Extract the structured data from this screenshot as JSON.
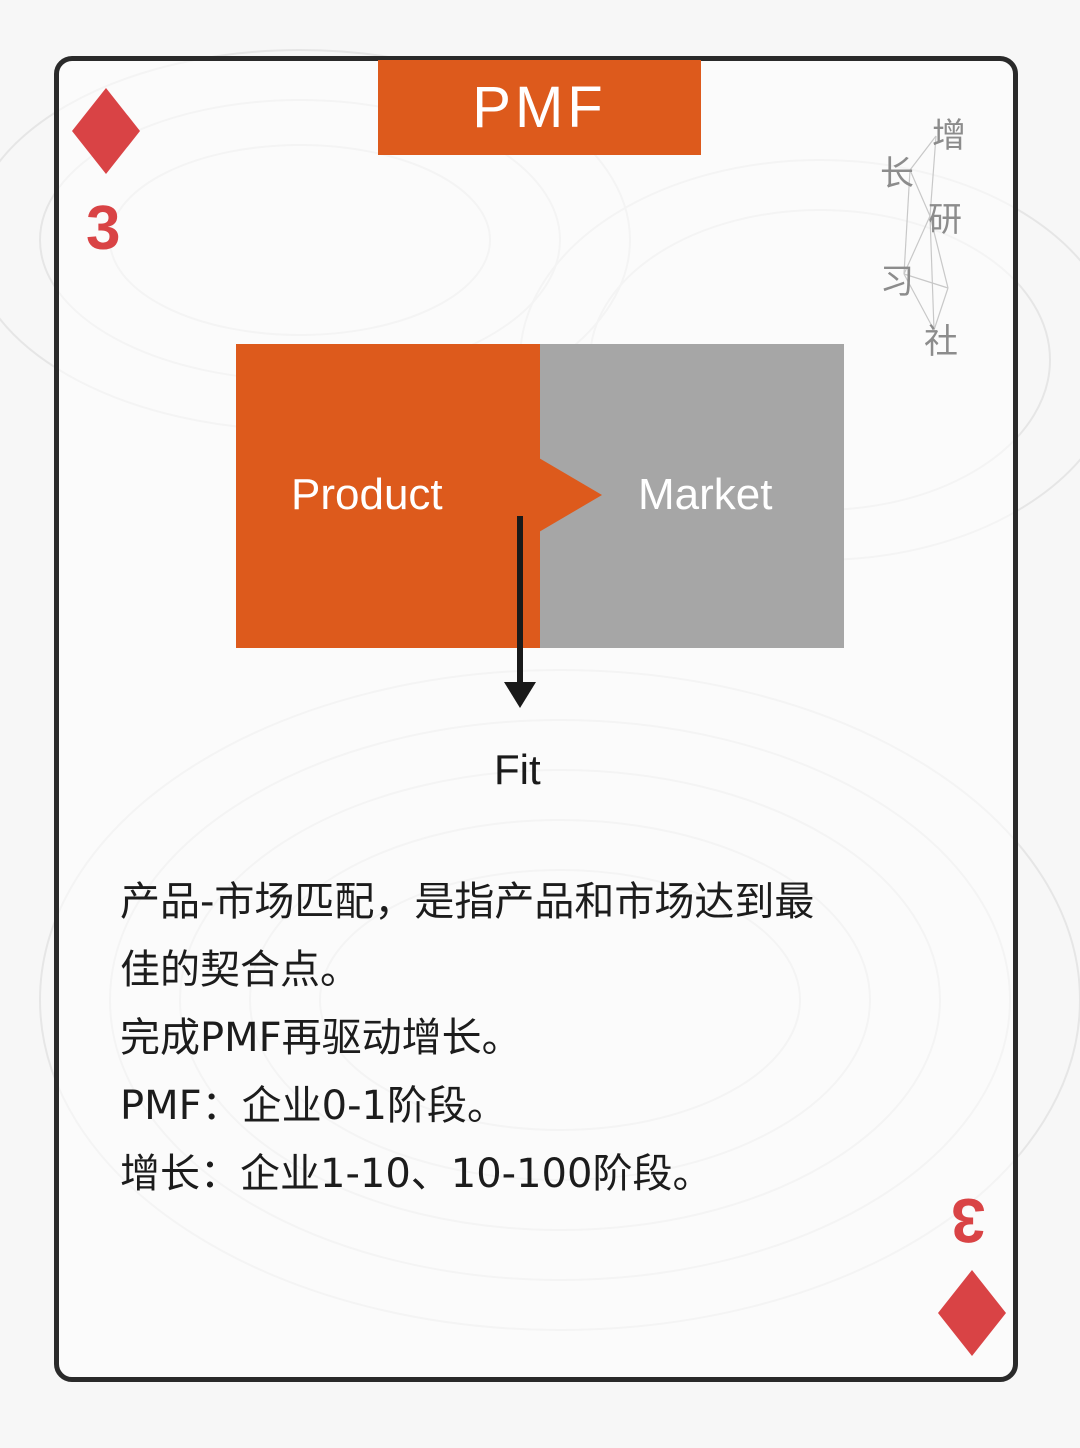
{
  "card": {
    "title": "PMF",
    "rank": "3",
    "suit": "diamond-icon",
    "suit_color": "#d94345",
    "accent_color": "#dd5a1c"
  },
  "logo": {
    "chars": [
      "增",
      "长",
      "研",
      "习",
      "社"
    ]
  },
  "diagram": {
    "left_label": "Product",
    "right_label": "Market",
    "bottom_label": "Fit",
    "left_color": "#dd5a1c",
    "right_color": "#a6a6a6"
  },
  "description": {
    "lines": [
      "产品-市场匹配，是指产品和市场达到最",
      "佳的契合点。",
      "完成PMF再驱动增长。",
      "PMF：企业0-1阶段。",
      "增长：企业1-10、10-100阶段。"
    ]
  }
}
